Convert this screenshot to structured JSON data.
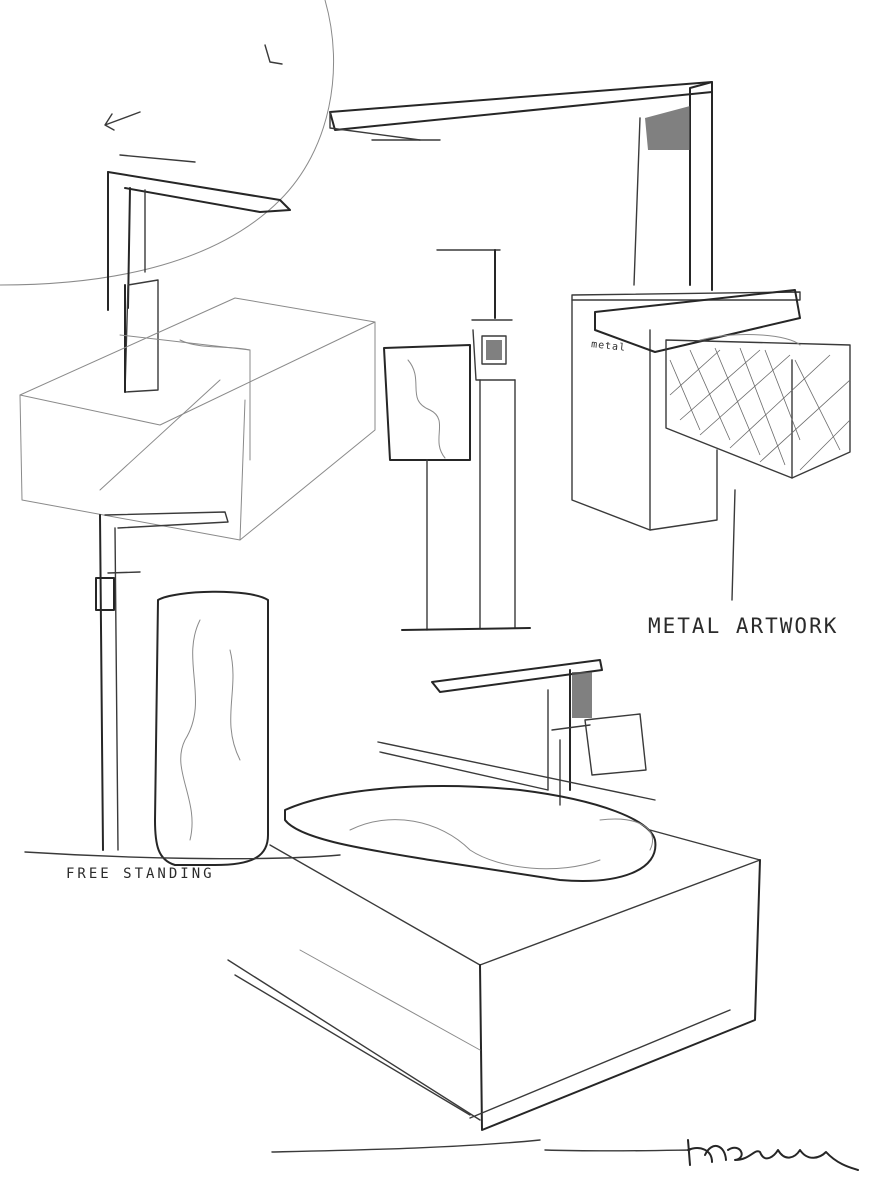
{
  "annotations": {
    "metal_artwork": "METAL ARTWORK",
    "free_standing": "FREE STANDING",
    "small_note": "metal"
  },
  "signature": "MASERATI",
  "colors": {
    "paper": "#ffffff",
    "graphite": "#3a3a3a",
    "graphite_light": "#8a8a8a"
  }
}
